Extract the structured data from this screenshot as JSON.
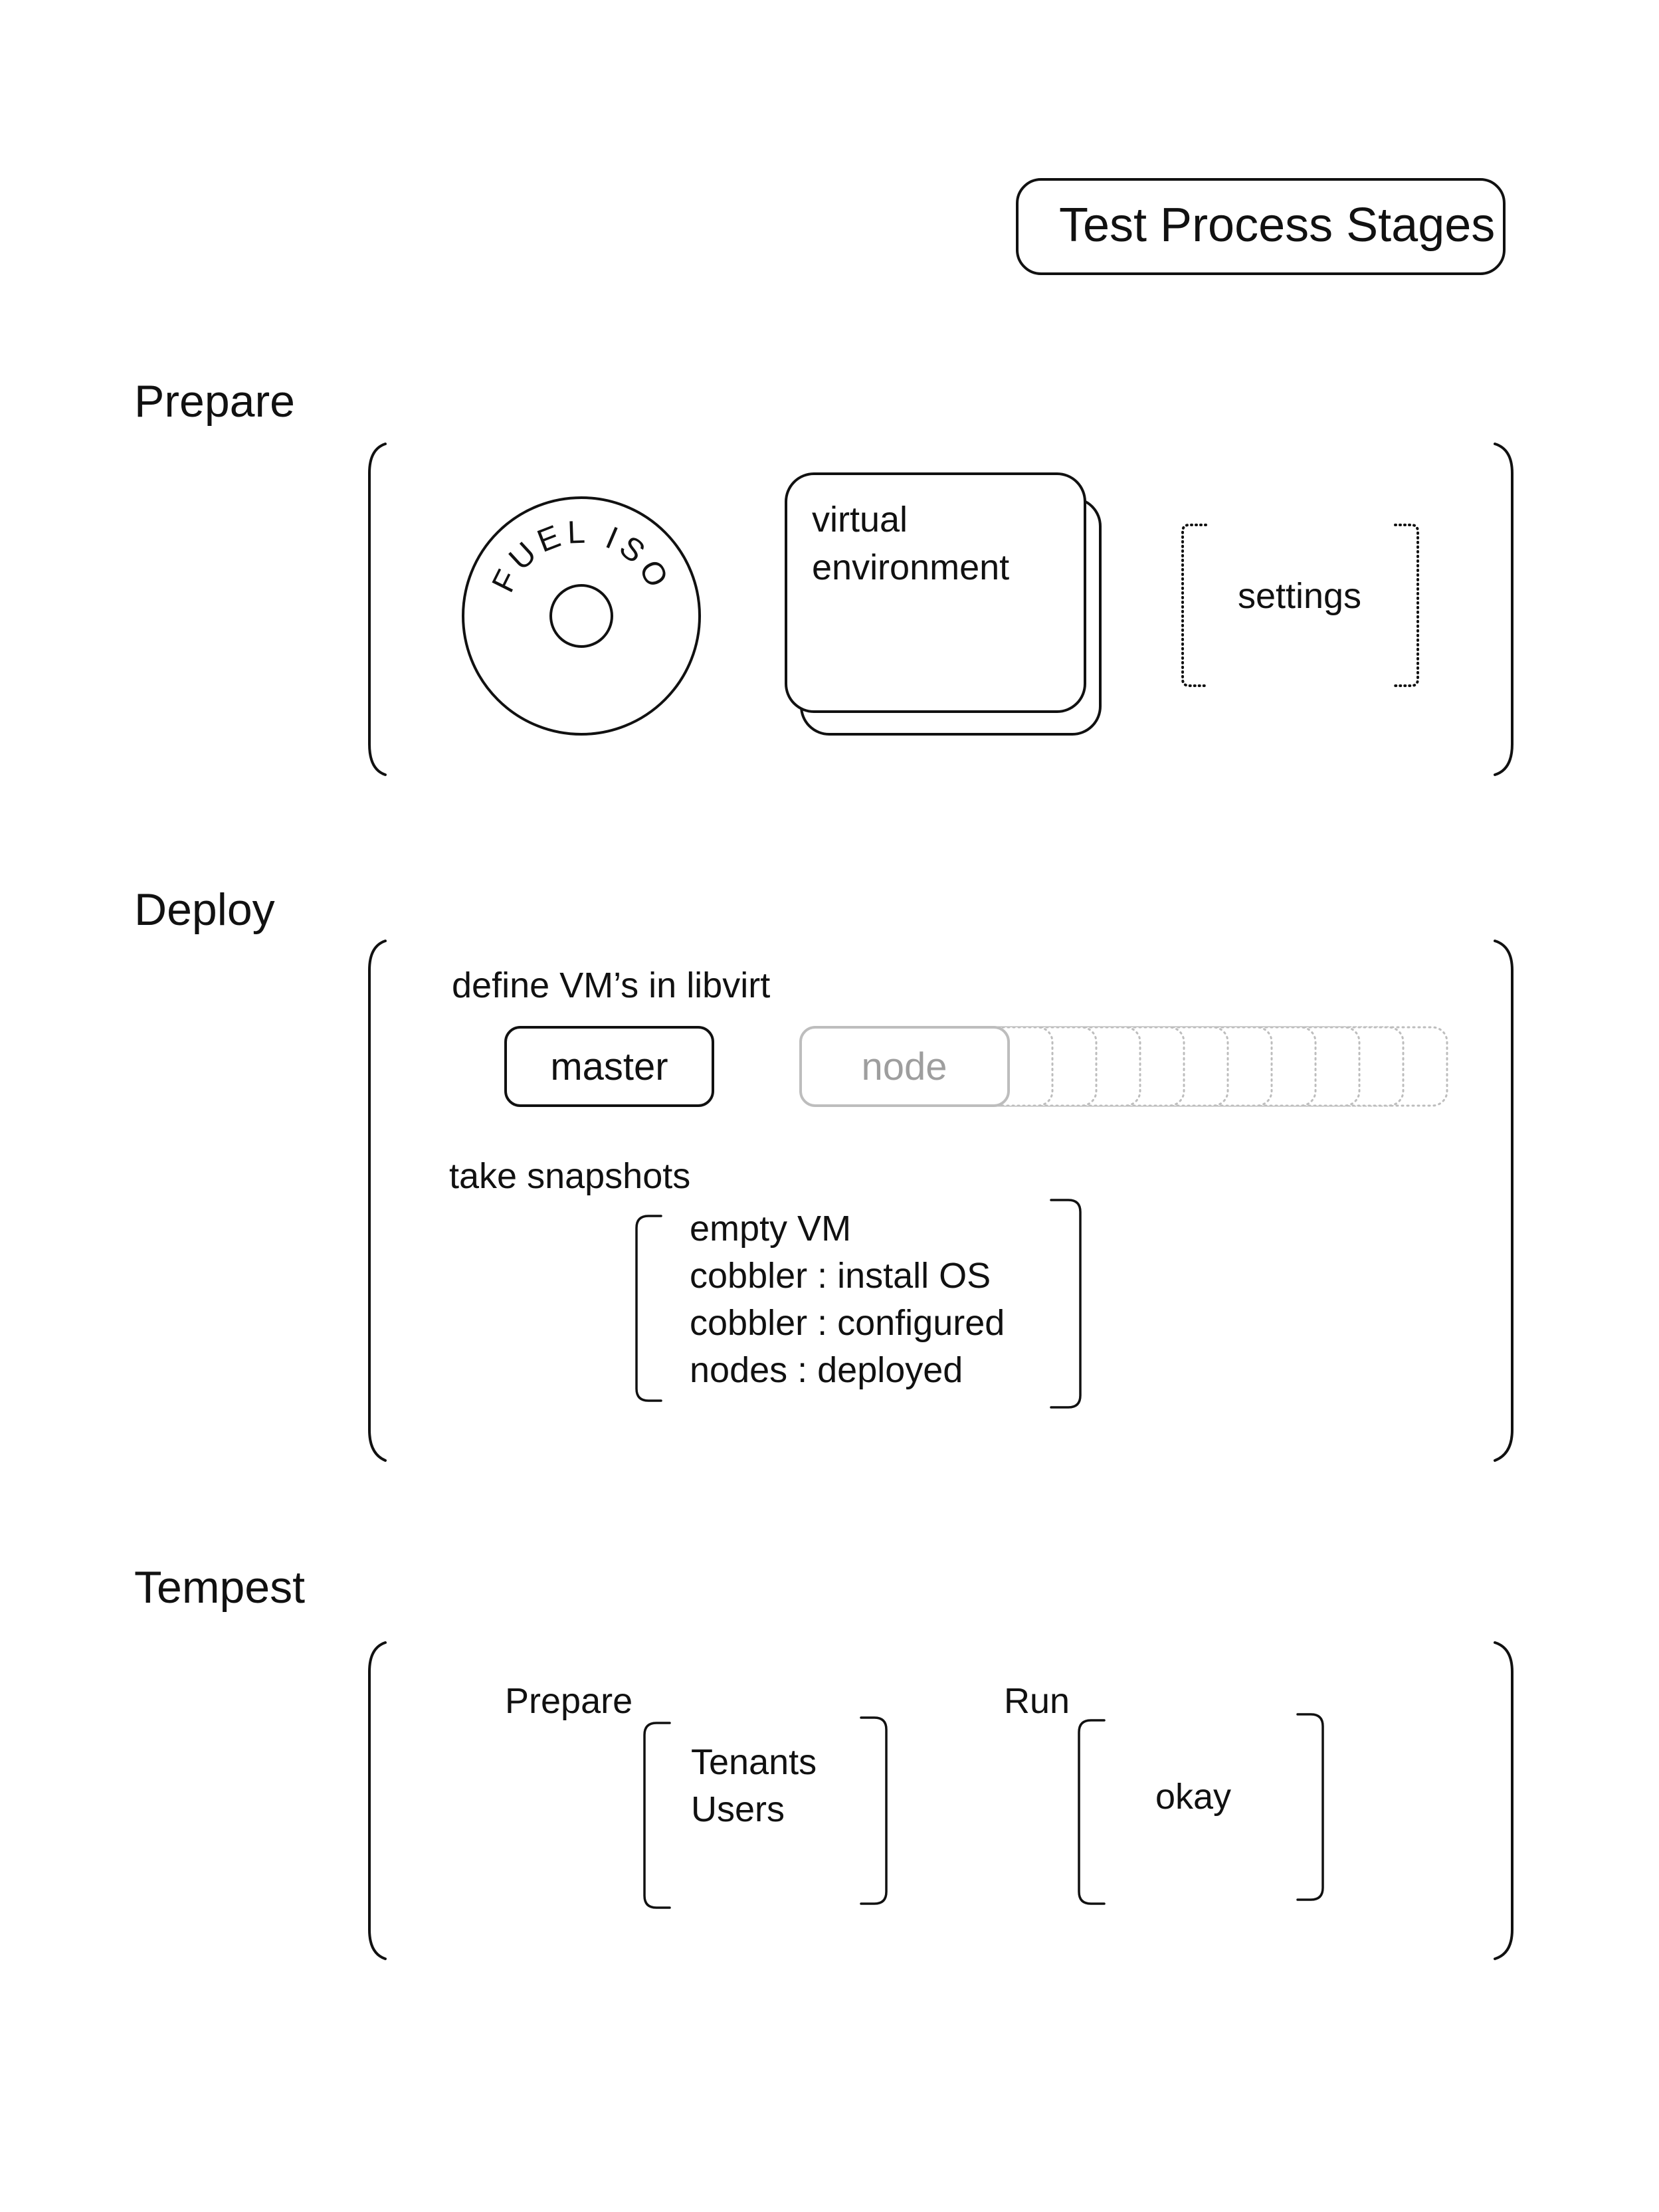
{
  "title": "Test Process Stages",
  "stages": [
    {
      "heading": "Prepare",
      "disc_label": "FUEL ISO",
      "vm_stack_label": [
        "virtual",
        "environment"
      ],
      "settings_label": "settings"
    },
    {
      "heading": "Deploy",
      "define_label": "define VM’s  in libvirt",
      "master_label": "master",
      "node_label": "node",
      "node_copies": 10,
      "snapshot_label": "take snapshots",
      "snapshots": [
        "empty VM",
        "cobbler : install OS",
        "cobbler : configured",
        "nodes : deployed"
      ]
    },
    {
      "heading": "Tempest",
      "prepare_label": "Prepare",
      "prepare_items": [
        "Tenants",
        "Users"
      ],
      "run_label": "Run",
      "run_items": [
        "okay"
      ]
    }
  ]
}
